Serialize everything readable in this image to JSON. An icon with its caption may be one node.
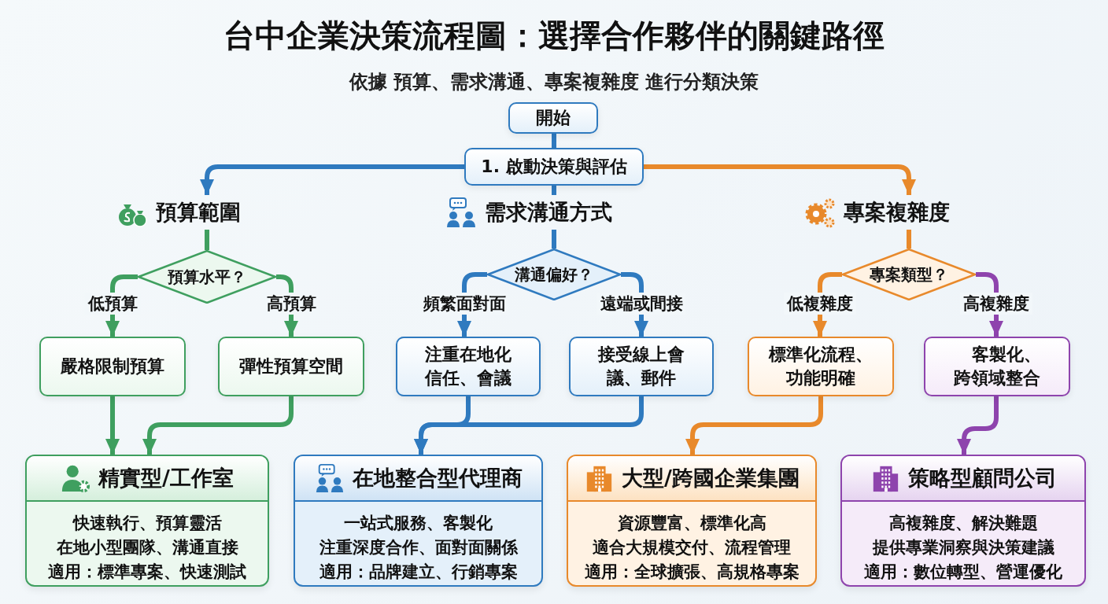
{
  "diagram": {
    "title": "台中企業決策流程圖：選擇合作夥伴的關鍵路徑",
    "nodes": [
      {
        "text": [
          "開始"
        ]
      },
      {
        "text": [
          "1. 啟動決策與評估"
        ]
      },
      {
        "text": [
          "預算範圍"
        ]
      },
      {
        "text": [
          "需求溝通方式"
        ]
      },
      {
        "text": [
          "專案複雜度"
        ]
      },
      {
        "text": [
          "預算水平？"
        ]
      },
      {
        "text": [
          "溝通偏好？"
        ]
      },
      {
        "text": [
          "專案類型？"
        ]
      },
      {
        "text": [
          "嚴格限制預算"
        ]
      },
      {
        "text": [
          "彈性預算空間"
        ]
      },
      {
        "text": [
          "注重在地化信任、會議"
        ]
      },
      {
        "text": [
          "接受線上會議、郵件"
        ]
      },
      {
        "text": [
          "標準化流程、功能明確"
        ]
      },
      {
        "text": [
          "客製化、跨領域整合"
        ]
      },
      {
        "text": [
          "精實型/工作室",
          "快速執行、預算靈活",
          "在地小型團隊、溝通直接",
          "適用：標準專案、快速測試"
        ]
      },
      {
        "text": [
          "在地整合型代理商",
          "一站式服務、客製化",
          "注重深度合作、面對面關係",
          "適用：品牌建立、行銷專案"
        ]
      },
      {
        "text": [
          "大型/跨國企業集團",
          "資源豐富、標準化高",
          "適合大規模交付、流程管理",
          "適用：全球擴張、高規格專案"
        ]
      },
      {
        "text": [
          "策略型顧問公司",
          "高複雜度、解決難題",
          "提供專業洞察與決策建議",
          "適用：數位轉型、營運優化"
        ]
      }
    ],
    "edges": [
      {
        "from": 0,
        "to": 1,
        "arrow": "none"
      },
      {
        "from": 1,
        "to": 2,
        "arrow": "to"
      },
      {
        "from": 1,
        "to": 3,
        "arrow": "none"
      },
      {
        "from": 1,
        "to": 4,
        "arrow": "to",
        "color": "#e8892b"
      },
      {
        "from": 2,
        "to": 5,
        "arrow": "none",
        "color": "#3f9f5f"
      },
      {
        "from": 3,
        "to": 6,
        "arrow": "none"
      },
      {
        "from": 4,
        "to": 7,
        "arrow": "none",
        "color": "#e8892b"
      },
      {
        "from": 5,
        "to": 8,
        "arrow": "to",
        "label": "低預算",
        "color": "#3f9f5f"
      },
      {
        "from": 5,
        "to": 9,
        "arrow": "to",
        "label": "高預算",
        "color": "#3f9f5f"
      },
      {
        "from": 6,
        "to": 10,
        "arrow": "to",
        "label": "頻繁面對面"
      },
      {
        "from": 6,
        "to": 11,
        "arrow": "to",
        "label": "遠端或間接"
      },
      {
        "from": 7,
        "to": 12,
        "arrow": "to",
        "label": "低複雜度",
        "color": "#e8892b"
      },
      {
        "from": 7,
        "to": 13,
        "arrow": "to",
        "label": "高複雜度",
        "color": "#8e44ad"
      },
      {
        "from": 8,
        "to": 14,
        "arrow": "to",
        "color": "#3f9f5f"
      },
      {
        "from": 9,
        "to": 14,
        "arrow": "to",
        "color": "#3f9f5f"
      },
      {
        "from": 10,
        "to": 15,
        "arrow": "to"
      },
      {
        "from": 11,
        "to": 15,
        "arrow": "to"
      },
      {
        "from": 12,
        "to": 16,
        "arrow": "to",
        "color": "#e8892b"
      },
      {
        "from": 13,
        "to": 17,
        "arrow": "to",
        "color": "#8e44ad"
      }
    ],
    "labels": [
      "依據 預算、需求溝通、專案複雜度 進行分類決策"
    ]
  }
}
